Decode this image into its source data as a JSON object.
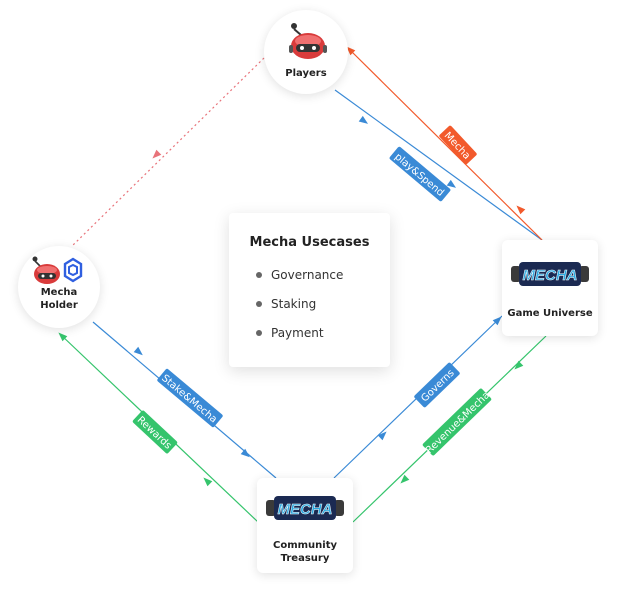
{
  "colors": {
    "blue": "#3a8ad6",
    "green": "#35c46c",
    "orange": "#f25a2c",
    "red_dotted": "#e8737a",
    "logo_blue": "#2aa8e0",
    "robot_red": "#d93b3b"
  },
  "nodes": {
    "players": {
      "label": "Players",
      "icon": "robot-mascot-icon"
    },
    "holder": {
      "label": "Mecha\nHolder",
      "icon": "robot-mascot-icon"
    },
    "game": {
      "label": "Game Universe",
      "logo_text": "MECHA"
    },
    "treasury": {
      "label": "Community\nTreasury",
      "logo_text": "MECHA"
    }
  },
  "usecases": {
    "title": "Mecha Usecases",
    "items": [
      "Governance",
      "Staking",
      "Payment"
    ]
  },
  "edges": {
    "mecha": "Mecha",
    "play_spend": "play&Spend",
    "stake_mecha": "Stake&Mecha",
    "rewards": "Rewards",
    "governs": "Governs",
    "revenue_mecha": "Revenue&Mecha"
  }
}
